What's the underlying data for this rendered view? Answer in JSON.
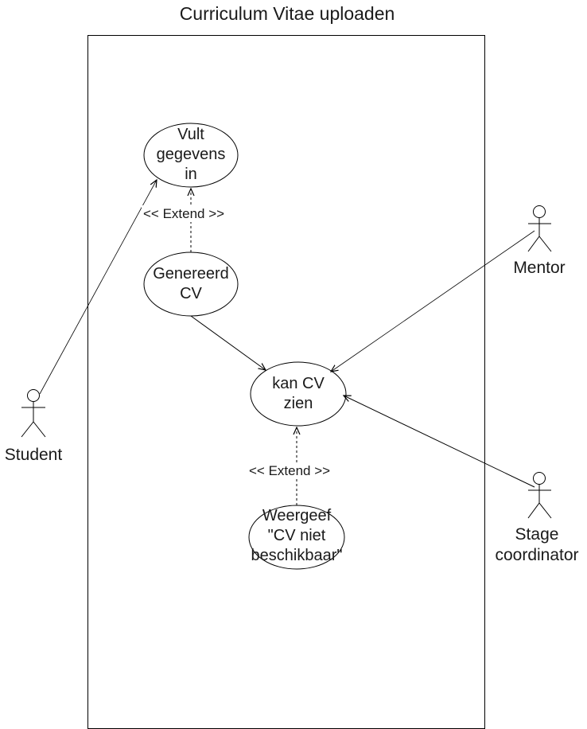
{
  "diagram": {
    "title": "Curriculum Vitae uploaden",
    "use_cases": {
      "vult": [
        "Vult",
        "gegevens",
        "in"
      ],
      "genereerd": [
        "Genereerd",
        "CV"
      ],
      "kan_cv": [
        "kan CV",
        "zien"
      ],
      "weergeef": [
        "Weergeef",
        "\"CV niet",
        "beschikbaar\""
      ]
    },
    "relations": {
      "extend_top": "<< Extend >>",
      "extend_bottom": "<< Extend >>"
    },
    "actors": {
      "student": [
        "Student"
      ],
      "mentor": [
        "Mentor"
      ],
      "stage": [
        "Stage",
        "coordinator"
      ]
    },
    "colors": {
      "line": "#000000",
      "background": "#ffffff"
    }
  }
}
